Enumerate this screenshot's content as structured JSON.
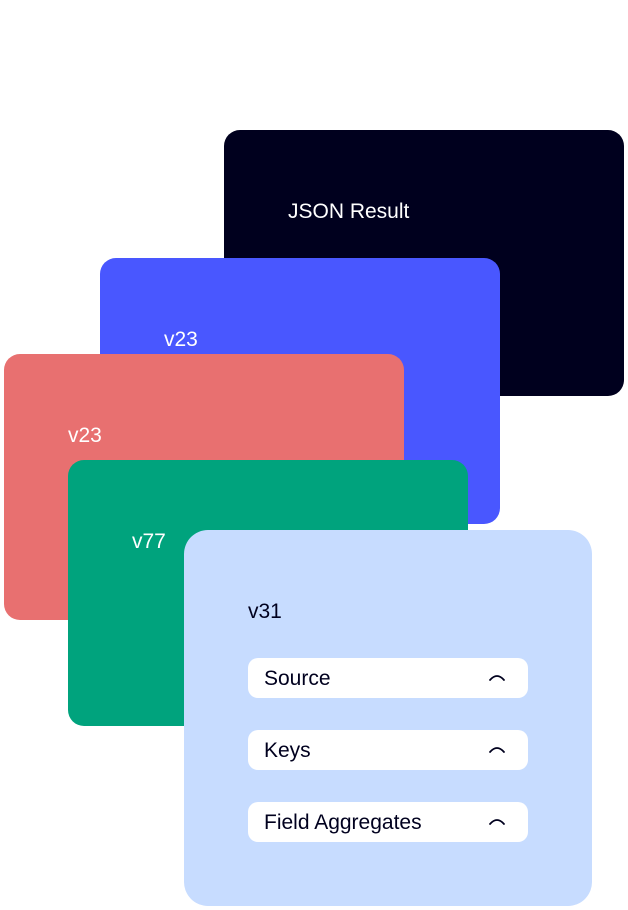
{
  "cards": {
    "json_result": {
      "title": "JSON Result",
      "color": "#00001e"
    },
    "version_blue": {
      "title": "v23",
      "color": "#4957ff"
    },
    "version_red": {
      "title": "v23",
      "color": "#e87070"
    },
    "version_green": {
      "title": "v77",
      "color": "#00a37d"
    },
    "version_light": {
      "title": "v31",
      "color": "#c7dcff",
      "sections": [
        {
          "label": "Source",
          "icon": "chevron-up-icon"
        },
        {
          "label": "Keys",
          "icon": "chevron-up-icon"
        },
        {
          "label": "Field Aggregates",
          "icon": "chevron-up-icon"
        }
      ]
    }
  }
}
